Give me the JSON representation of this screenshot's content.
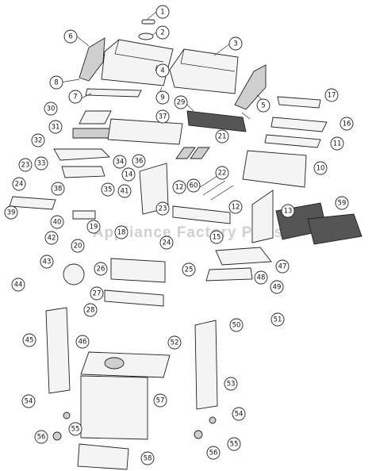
{
  "watermark": "Appliance Factory Parts",
  "callouts": [
    "1",
    "2",
    "3",
    "4",
    "5",
    "6",
    "7",
    "8",
    "9",
    "10",
    "11",
    "12",
    "13",
    "14",
    "15",
    "16",
    "17",
    "18",
    "19",
    "20",
    "21",
    "22",
    "23",
    "24",
    "25",
    "26",
    "27",
    "28",
    "29",
    "30",
    "31",
    "32",
    "33",
    "34",
    "35",
    "36",
    "37",
    "38",
    "39",
    "40",
    "41",
    "42",
    "43",
    "44",
    "45",
    "46",
    "47",
    "48",
    "49",
    "50",
    "51",
    "52",
    "53",
    "54",
    "55",
    "56",
    "57",
    "58",
    "59",
    "60"
  ]
}
